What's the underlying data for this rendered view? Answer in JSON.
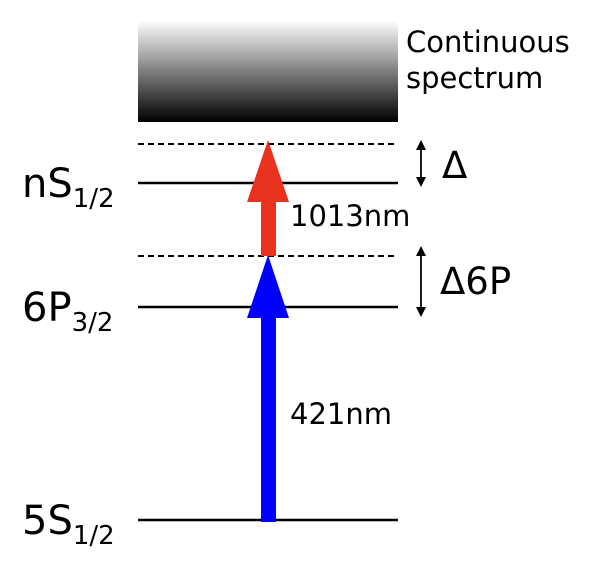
{
  "continuum": {
    "line1": "Continuous",
    "line2": "spectrum",
    "gradient_top": "#ffffff",
    "gradient_bottom": "#000000"
  },
  "levels": [
    {
      "main": "nS",
      "sub": "1/2"
    },
    {
      "main": "6P",
      "sub": "3/2"
    },
    {
      "main": "5S",
      "sub": "1/2"
    }
  ],
  "detunings": [
    {
      "label": "Δ"
    },
    {
      "label": "Δ6P"
    }
  ],
  "transitions": [
    {
      "label": "421nm",
      "color": "#0000ff"
    },
    {
      "label": "1013nm",
      "color": "#e8321e"
    }
  ]
}
